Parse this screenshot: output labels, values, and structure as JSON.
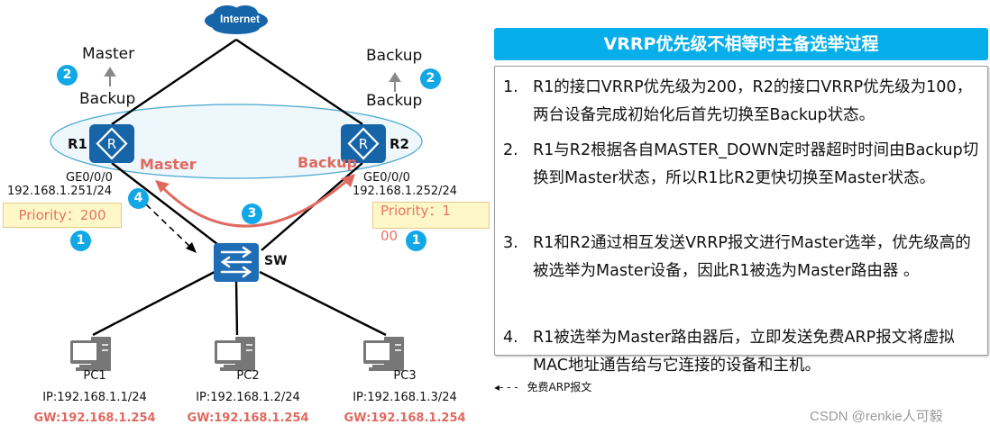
{
  "diagram": {
    "internet_label": "Internet",
    "routers": [
      {
        "name": "R1",
        "state_before": "Backup",
        "state_after": "Master",
        "interface": "GE0/0/0",
        "ip": "192.168.1.251/24",
        "priority_text": "Priority：200",
        "vrrp_role": "Master"
      },
      {
        "name": "R2",
        "state_before": "Backup",
        "state_after": "Backup",
        "interface": "GE0/0/0",
        "ip": "192.168.1.252/24",
        "priority_text": "Priority：100",
        "vrrp_role": "Backup"
      }
    ],
    "switch_label": "SW",
    "pcs": [
      {
        "name": "PC1",
        "ip": "IP:192.168.1.1/24",
        "gw": "GW:192.168.1.254"
      },
      {
        "name": "PC2",
        "ip": "IP:192.168.1.2/24",
        "gw": "GW:192.168.1.254"
      },
      {
        "name": "PC3",
        "ip": "IP:192.168.1.3/24",
        "gw": "GW:192.168.1.254"
      }
    ],
    "badges": {
      "step1": "1",
      "step2": "2",
      "step3": "3",
      "step4": "4"
    },
    "colors": {
      "device_blue": "#1565a8",
      "badge_blue": "#12a8e6",
      "accent_red": "#e0695f",
      "priority_bg": "#fef8c8",
      "ellipse_fill": "#eef7fc",
      "ellipse_stroke": "#4aa7cf"
    }
  },
  "panel": {
    "title": "VRRP优先级不相等时主备选举过程",
    "title_color": "#06aeea",
    "steps": [
      {
        "num": "1.",
        "text": "R1的接口VRRP优先级为200，R2的接口VRRP优先级为100，两台设备完成初始化后首先切换至Backup状态。"
      },
      {
        "num": "2.",
        "text": "R1与R2根据各自MASTER_DOWN定时器超时时间由Backup切换到Master状态，所以R1比R2更快切换至Master状态。"
      },
      {
        "num": "3.",
        "text": "R1和R2通过相互发送VRRP报文进行Master选举，优先级高的被选举为Master设备，因此R1被选为Master路由器 。"
      },
      {
        "num": "4.",
        "text": "R1被选举为Master路由器后，立即发送免费ARP报文将虚拟MAC地址通告给与它连接的设备和主机。"
      }
    ]
  },
  "legend": {
    "arrow_glyph": "◂- - -",
    "label": "免费ARP报文"
  },
  "watermark": "CSDN @renkie人可毅"
}
